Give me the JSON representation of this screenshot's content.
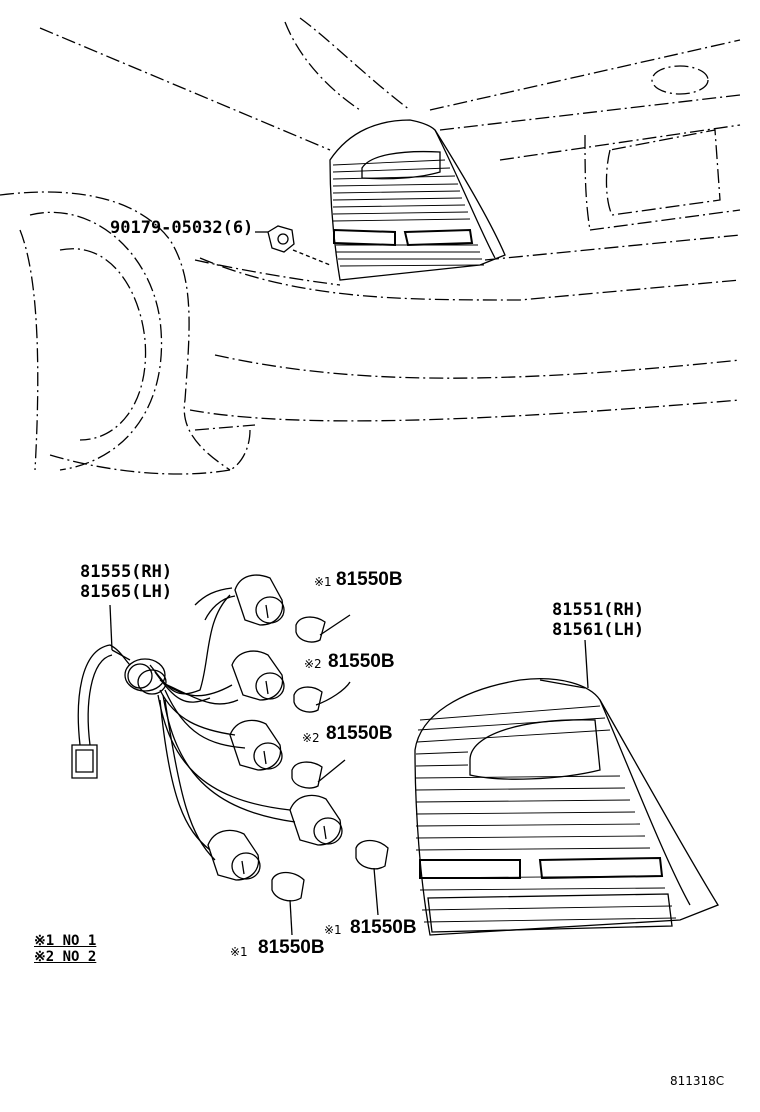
{
  "labels": {
    "nut": "90179-05032(6)",
    "socket_rh": "81555(RH)",
    "socket_lh": "81565(LH)",
    "lamp_rh": "81551(RH)",
    "lamp_lh": "81561(LH)",
    "bulb": "81550B"
  },
  "bulb_marks": {
    "b1": "※1",
    "b2": "※2",
    "b3": "※2",
    "b4": "※1",
    "b5": "※1"
  },
  "legend": {
    "row1": "※1 NO 1",
    "row2": "※2 NO 2"
  },
  "figure_code": "811318C"
}
